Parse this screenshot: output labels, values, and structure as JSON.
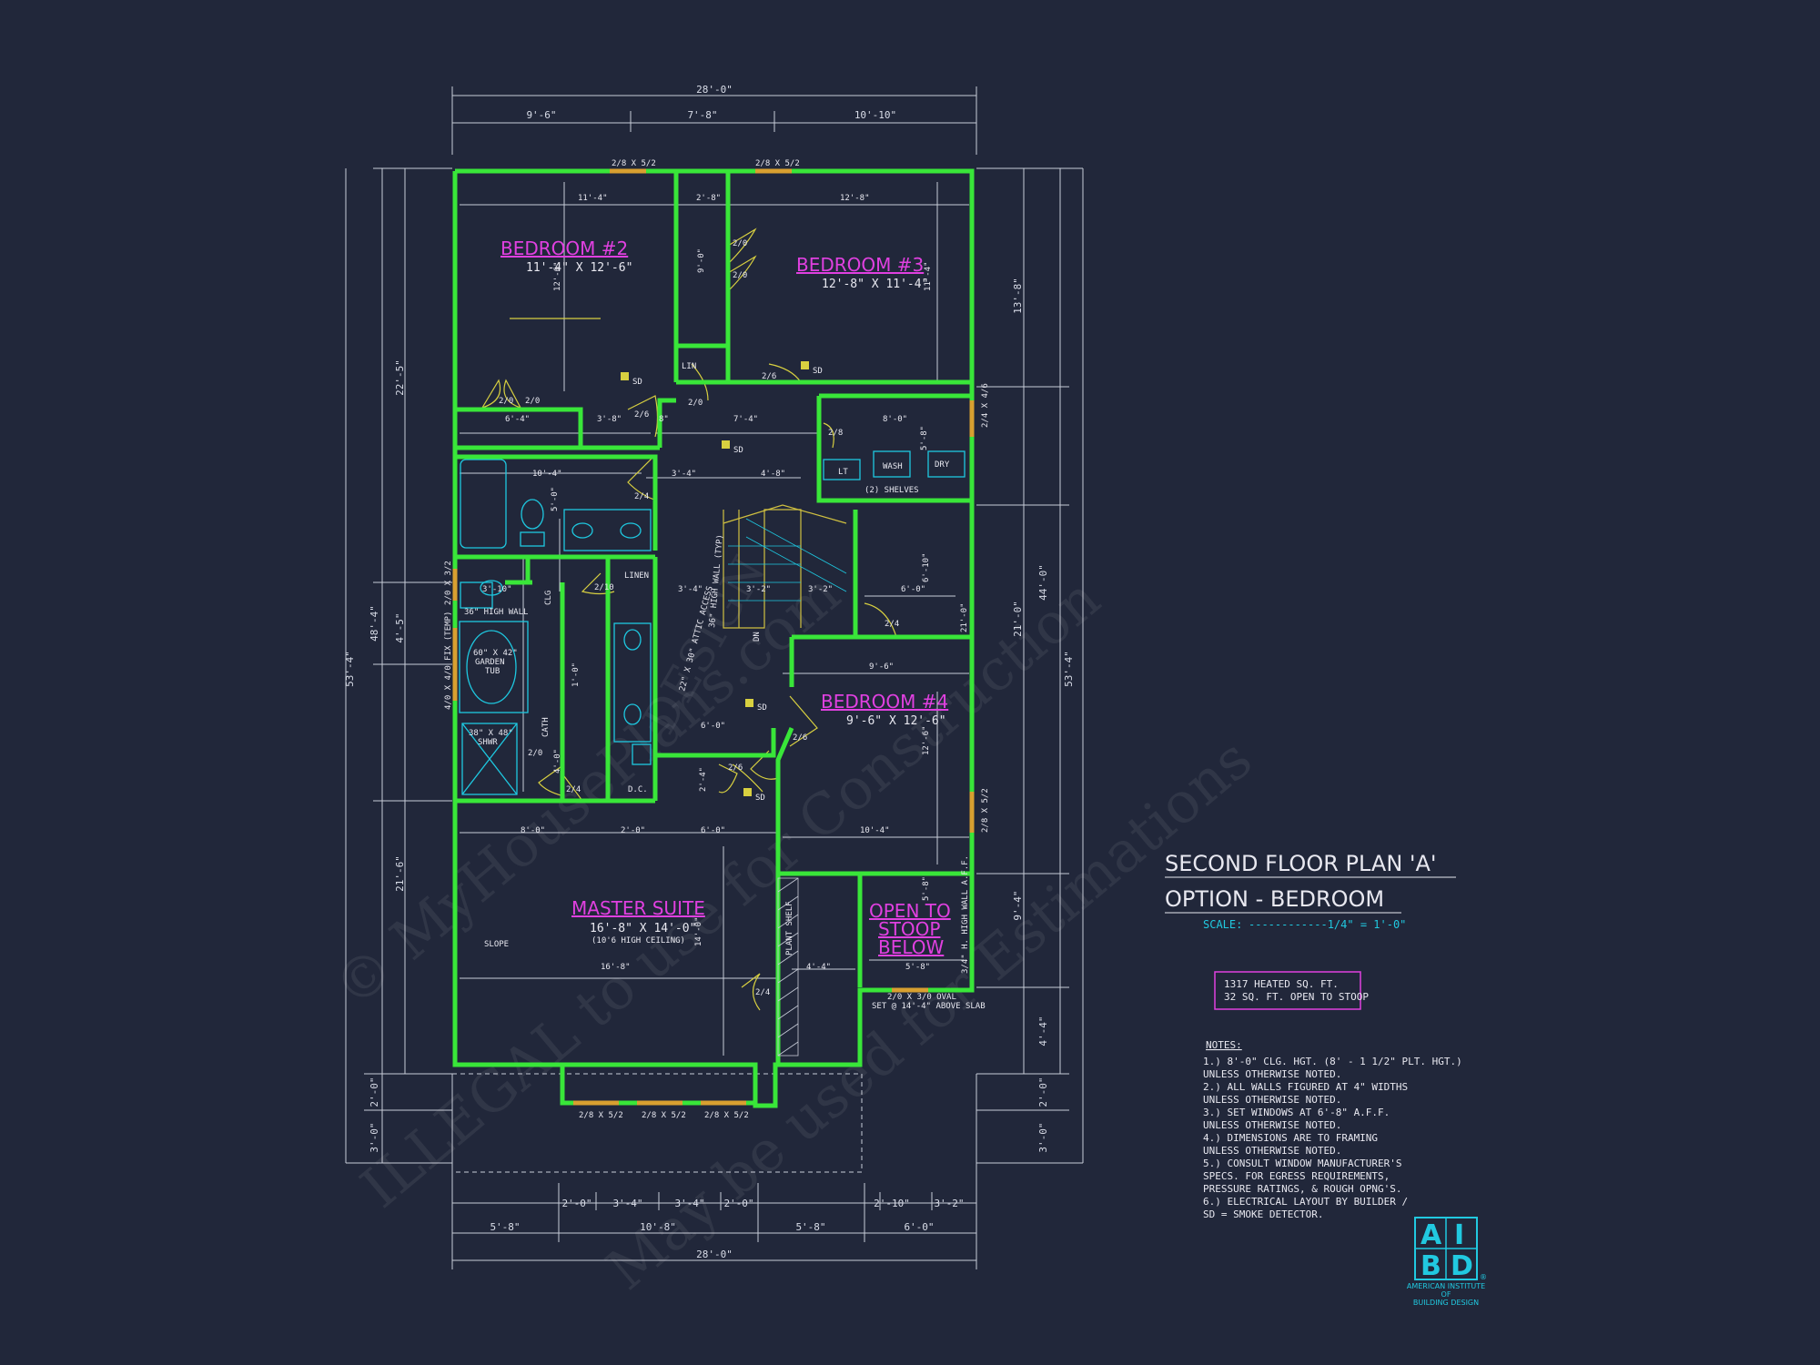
{
  "colors": {
    "background": "#21273a",
    "walls": "#39e639",
    "room_label": "#e040e0",
    "fixtures": "#1ec8e0",
    "doors": "#d8d040",
    "dimensions": "#d9dde8"
  },
  "title": {
    "line1": "SECOND FLOOR PLAN 'A'",
    "line2": "OPTION - BEDROOM",
    "scale_label": "SCALE:",
    "scale_value": "------------1/4\" = 1'-0\""
  },
  "area": {
    "heated": "1317 HEATED SQ. FT.",
    "open": "32 SQ. FT. OPEN TO STOOP"
  },
  "notes": {
    "heading": "NOTES:",
    "lines": [
      "1.) 8'-0\"  CLG. HGT. (8' - 1 1/2\" PLT. HGT.)",
      "     UNLESS OTHERWISE NOTED.",
      "2.) ALL  WALLS FIGURED AT 4\" WIDTHS",
      "     UNLESS OTHERWISE NOTED.",
      "3.) SET WINDOWS AT 6'-8\" A.F.F.",
      "     UNLESS OTHERWISE NOTED.",
      "4.) DIMENSIONS ARE TO FRAMING",
      "     UNLESS OTHERWISE NOTED.",
      "5.) CONSULT WINDOW MANUFACTURER'S",
      "     SPECS. FOR EGRESS REQUIREMENTS,",
      "     PRESSURE RATINGS, & ROUGH OPNG'S.",
      "6.) ELECTRICAL LAYOUT BY BUILDER /",
      "     SD = SMOKE DETECTOR."
    ]
  },
  "logo": {
    "letters": [
      "A",
      "I",
      "B",
      "D"
    ],
    "org_line1": "AMERICAN INSTITUTE",
    "org_line2": "OF",
    "org_line3": "BUILDING DESIGN",
    "reg": "®"
  },
  "rooms": {
    "bedroom2": {
      "name": "BEDROOM #2",
      "size": "11'-4\" X 12'-6\""
    },
    "bedroom3": {
      "name": "BEDROOM #3",
      "size": "12'-8\" X 11'-4\""
    },
    "bedroom4": {
      "name": "BEDROOM #4",
      "size": "9'-6\" X 12'-6\""
    },
    "master": {
      "name": "MASTER SUITE",
      "size": "16'-8\" X 14'-0\"",
      "note": "(10'6 HIGH CEILING)"
    },
    "open_stoop": {
      "line1": "OPEN TO",
      "line2": "STOOP",
      "line3": "BELOW"
    }
  },
  "dims": {
    "top_overall": "28'-0\"",
    "top_a": "9'-6\"",
    "top_b": "7'-8\"",
    "top_c": "10'-10\"",
    "bottom_overall": "28'-0\"",
    "bottom_a": "5'-8\"",
    "bottom_b": "10'-8\"",
    "bottom_c": "5'-8\"",
    "bottom_d": "6'-0\"",
    "bottom_e": "2'-0\"",
    "bottom_f": "3'-4\"",
    "bottom_g": "3'-4\"",
    "bottom_h": "2'-0\"",
    "bottom_i": "2'-10\"",
    "bottom_j": "3'-2\"",
    "left_overall": "53'-4\"",
    "left_a": "22'-5\"",
    "left_b": "48'-4\"",
    "left_c": "4'-5\"",
    "left_d": "21'-6\"",
    "left_e": "2'-0\"",
    "left_f": "3'-0\"",
    "right_overall": "53'-4\"",
    "right_a": "13'-8\"",
    "right_b": "44'-0\"",
    "right_c": "21'-0\"",
    "right_d": "9'-4\"",
    "right_e": "4'-4\"",
    "right_f": "2'-0\"",
    "right_g": "3'-0\""
  },
  "interior_dims": {
    "d1": "11'-4\"",
    "d2": "2'-8\"",
    "d3": "12'-8\"",
    "d4": "12'-6\"",
    "d5": "9'-0\"",
    "d6": "11'-4\"",
    "d7": "6'-4\"",
    "d8": "3'-8\"",
    "d9": "8\"",
    "d10": "7'-4\"",
    "d11": "8'-0\"",
    "d12": "5'-8\"",
    "d13": "10'-4\"",
    "d14": "3'-4\"",
    "d15": "4'-8\"",
    "d16": "5'-0\"",
    "d17": "3'-10\"",
    "d18": "3'-4\"",
    "d19": "3'-2\"",
    "d20": "3'-2\"",
    "d21": "6'-0\"",
    "d22": "6'-10\"",
    "d23": "21'-0\"",
    "d24": "9'-6\"",
    "d25": "12'-6\"",
    "d26": "10'-4\"",
    "d27": "6'-0\"",
    "d28": "8'-0\"",
    "d29": "2'-0\"",
    "d30": "6'-0\"",
    "d31": "16'-8\"",
    "d32": "14'-0\"",
    "d33": "4'-4\"",
    "d34": "5'-8\"",
    "d35": "5'-8\"",
    "d36": "2'-4\"",
    "d37": "1'-0\"",
    "d38": "4'-0\""
  },
  "labels": {
    "sd": "SD",
    "lin": "LIN",
    "linen": "LINEN",
    "wash": "WASH",
    "dry": "DRY",
    "lt": "LT",
    "shelves": "(2) SHELVES",
    "high_wall": "36\" HIGH WALL",
    "garden_tub": "60\" X 42\"",
    "garden_tub2": "GARDEN",
    "garden_tub3": "TUB",
    "shwr": "38\" X 48\"",
    "shwr2": "SHWR",
    "dc": "D.C.",
    "slope": "SLOPE",
    "plant_shelf": "PLANT SHELF",
    "clg": "CLG",
    "cath": "CATH",
    "attic": "22\" X 30\" ATTIC ACCESS",
    "high_wall_typ": "36\" HIGH WALL (TYP)",
    "dn": "DN",
    "high_wall_aff": "3/4\" H. HIGH WALL A.F.F.",
    "oval_window": "2/0 X 3/0 OVAL",
    "oval_window2": "SET @ 14'-4\" ABOVE SLAB",
    "temp_window": "4/0 X 4/0 FIX (TEMP)"
  },
  "windows": {
    "w_top1": "2/8 X 5/2",
    "w_top2": "2/8 X 5/2",
    "w_right1": "2/4 X 4/6",
    "w_right2": "2/8 X 5/2",
    "w_left1": "2/0 X 3/2",
    "w_bot1": "2/8 X 5/2",
    "w_bot2": "2/8 X 5/2",
    "w_bot3": "2/8 X 5/2"
  },
  "doors": {
    "d_2_0": "2/0",
    "d_2_6": "2/6",
    "d_2_4": "2/4",
    "d_2_8": "2/8",
    "d_2_10": "2/10"
  },
  "watermark": {
    "line1": "© MyHousePlans.com",
    "line2": "ILLEGAL to use for Construction",
    "line3": "May be used for Estimations",
    "line4": "DESIGN"
  }
}
